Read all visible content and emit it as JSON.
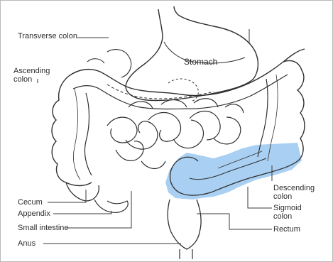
{
  "labels": {
    "transverse_colon": "Transverse colon",
    "ascending_colon": "Ascending colon",
    "stomach": "Stomach",
    "cecum": "Cecum",
    "appendix": "Appendix",
    "small_intestine": "Small intestine",
    "anus": "Anus",
    "descending_colon": "Descending colon",
    "sigmoid_colon": "Sigmoid colon",
    "rectum": "Rectum"
  },
  "colors": {
    "outline": "#2f2f2f",
    "highlight": "#a9d0f2",
    "label_text": "#2d2d2d",
    "leader_line": "#3a3a3a"
  }
}
